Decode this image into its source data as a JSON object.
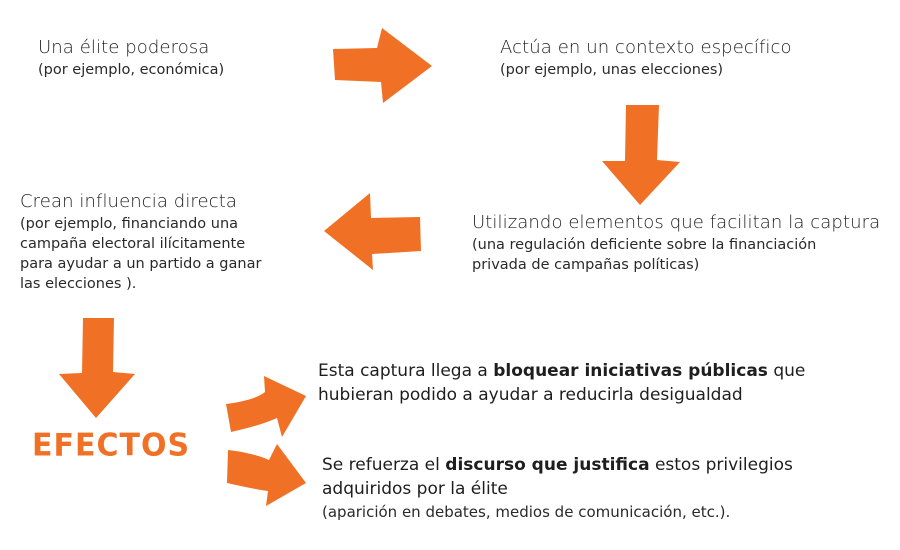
{
  "colors": {
    "accent": "#f07125",
    "text": "#1e1e1e",
    "background": "#ffffff"
  },
  "nodes": {
    "elite": {
      "title": "Una élite poderosa",
      "subtitle": "(por ejemplo, económica)"
    },
    "context": {
      "title": "Actúa en un contexto específico",
      "subtitle": "(por ejemplo, unas elecciones)"
    },
    "elements": {
      "title": "Utilizando elementos que facilitan la captura",
      "subtitle_lines": [
        "(una regulación deficiente sobre la financiación",
        "privada de campañas políticas)"
      ]
    },
    "influence": {
      "title": "Crean influencia directa",
      "subtitle_lines": [
        "(por ejemplo, financiando una",
        "campaña electoral ilícitamente",
        "para ayudar a un partido a ganar",
        "las elecciones )."
      ]
    }
  },
  "effects": {
    "label": "EFECTOS",
    "items": [
      {
        "before": "Esta captura llega a ",
        "bold": "bloquear iniciativas públicas",
        "after": " que",
        "line2": "hubieran podido a ayudar a reducirla desigualdad"
      },
      {
        "before": "Se refuerza el ",
        "bold": "discurso que justifica",
        "after": " estos privilegios",
        "line2": "adquiridos por la élite",
        "line3": "(aparición en debates, medios de comunicación, etc.)."
      }
    ]
  },
  "arrows": [
    {
      "id": "elite-to-context",
      "direction": "right-arrow-icon"
    },
    {
      "id": "context-to-elements",
      "direction": "down-arrow-icon"
    },
    {
      "id": "elements-to-influence",
      "direction": "left-arrow-icon"
    },
    {
      "id": "influence-to-effects",
      "direction": "down-arrow-icon"
    },
    {
      "id": "effects-to-block",
      "direction": "up-right-arrow-icon"
    },
    {
      "id": "effects-to-discourse",
      "direction": "down-right-arrow-icon"
    }
  ]
}
